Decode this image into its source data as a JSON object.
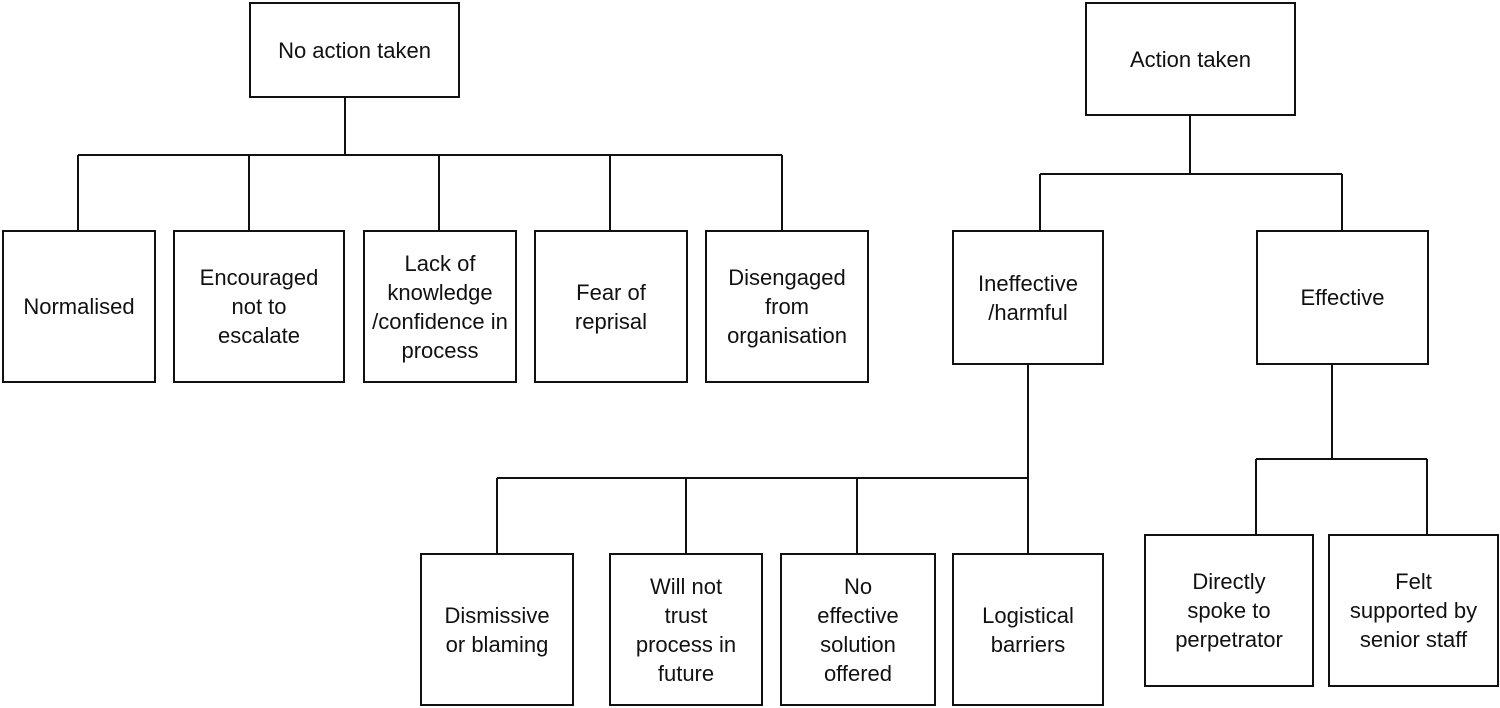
{
  "no_action": {
    "title": "No action taken",
    "reasons": [
      "Normalised",
      "Encouraged not to escalate",
      "Lack of knowledge /confidence in process",
      "Fear of reprisal",
      "Disengaged from organisation"
    ]
  },
  "action": {
    "title": "Action taken",
    "ineffective": {
      "label": "Ineffective /harmful",
      "outcomes": [
        "Dismissive or blaming",
        "Will not trust process in future",
        "No effective solution offered",
        "Logistical barriers"
      ]
    },
    "effective": {
      "label": "Effective",
      "outcomes": [
        "Directly spoke to perpetrator",
        "Felt supported by senior staff"
      ]
    }
  }
}
